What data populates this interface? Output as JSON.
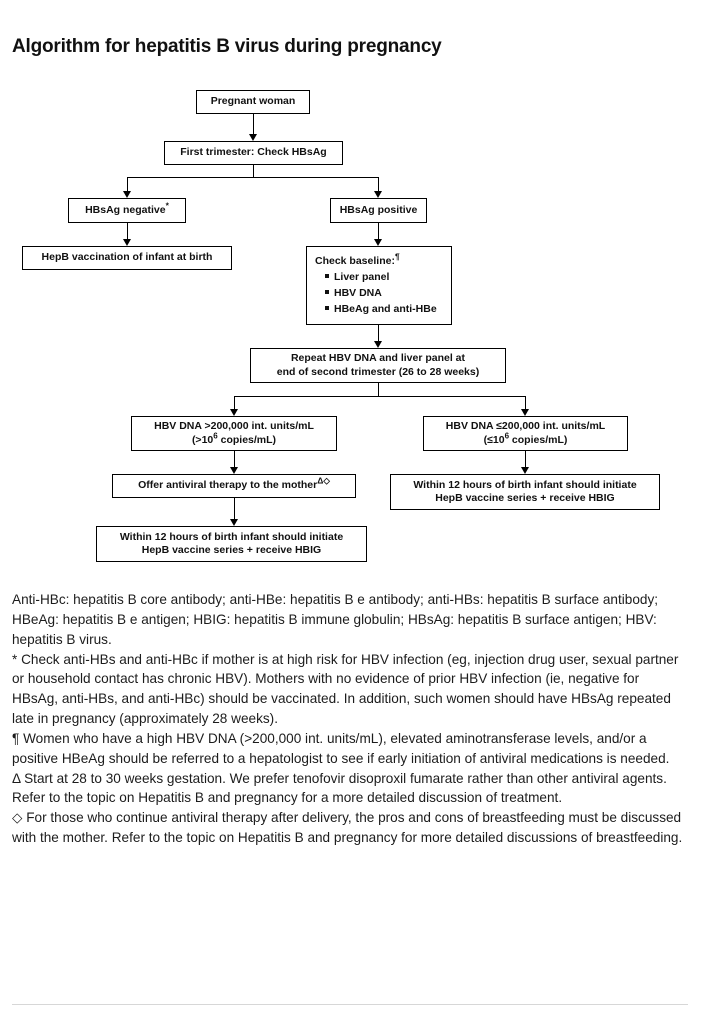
{
  "document": {
    "title": "Algorithm for hepatitis B virus during pregnancy"
  },
  "flowchart": {
    "nodes": {
      "pregnant_woman": "Pregnant woman",
      "first_trimester": "First trimester: Check HBsAg",
      "hbsag_negative": "HBsAg negative",
      "hbsag_negative_marker": "*",
      "hepb_vaccination_infant": "HepB vaccination of infant at birth",
      "hbsag_positive": "HBsAg positive",
      "check_baseline_heading": "Check baseline:",
      "check_baseline_marker": "¶",
      "check_baseline_items": [
        "Liver panel",
        "HBV DNA",
        "HBeAg and anti-HBe"
      ],
      "repeat_hbv_dna_line1": "Repeat HBV DNA and liver panel at",
      "repeat_hbv_dna_line2": "end of second trimester (26 to 28 weeks)",
      "high_viral_load_line1": "HBV DNA >200,000 int. units/mL",
      "high_viral_load_line2_pre": "(>10",
      "high_viral_load_line2_exp": "6",
      "high_viral_load_line2_post": " copies/mL)",
      "low_viral_load_line1": "HBV DNA ≤200,000 int. units/mL",
      "low_viral_load_line2_pre": "(≤10",
      "low_viral_load_line2_exp": "6",
      "low_viral_load_line2_post": " copies/mL)",
      "offer_antiviral": "Offer antiviral therapy to the mother",
      "offer_antiviral_markers": "Δ◇",
      "infant_prophylaxis_line1": "Within 12 hours of birth infant should initiate",
      "infant_prophylaxis_line2": "HepB vaccine series + receive HBIG",
      "infant_prophylaxis_right_line1": "Within 12 hours of birth infant should initiate",
      "infant_prophylaxis_right_line2": "HepB vaccine series + receive HBIG"
    }
  },
  "footnotes": {
    "abbreviations": "Anti-HBc: hepatitis B core antibody; anti-HBe: hepatitis B e antibody; anti-HBs: hepatitis B surface antibody; HBeAg: hepatitis B e antigen; HBIG: hepatitis B immune globulin; HBsAg: hepatitis B surface antigen; HBV: hepatitis B virus.",
    "asterisk": "* Check anti-HBs and anti-HBc if mother is at high risk for HBV infection (eg, injection drug user, sexual partner or household contact has chronic HBV). Mothers with no evidence of prior HBV infection (ie, negative for HBsAg, anti-HBs, and anti-HBc) should be vaccinated. In addition, such women should have HBsAg repeated late in pregnancy (approximately 28 weeks).",
    "pilcrow": "¶ Women who have a high HBV DNA (>200,000 int. units/mL), elevated aminotransferase levels, and/or a positive HBeAg should be referred to a hepatologist to see if early initiation of antiviral medications is needed.",
    "delta": "Δ Start at 28 to 30 weeks gestation. We prefer tenofovir disoproxil fumarate rather than other antiviral agents. Refer to the topic on Hepatitis B and pregnancy for a more detailed discussion of treatment.",
    "diamond": "◇ For those who continue antiviral therapy after delivery, the pros and cons of breastfeeding must be discussed with the mother. Refer to the topic on Hepatitis B and pregnancy for more detailed discussions of breastfeeding."
  },
  "colors": {
    "text": "#1a1a1a",
    "border": "#000000",
    "background": "#ffffff",
    "rule": "#d7d7d7"
  }
}
